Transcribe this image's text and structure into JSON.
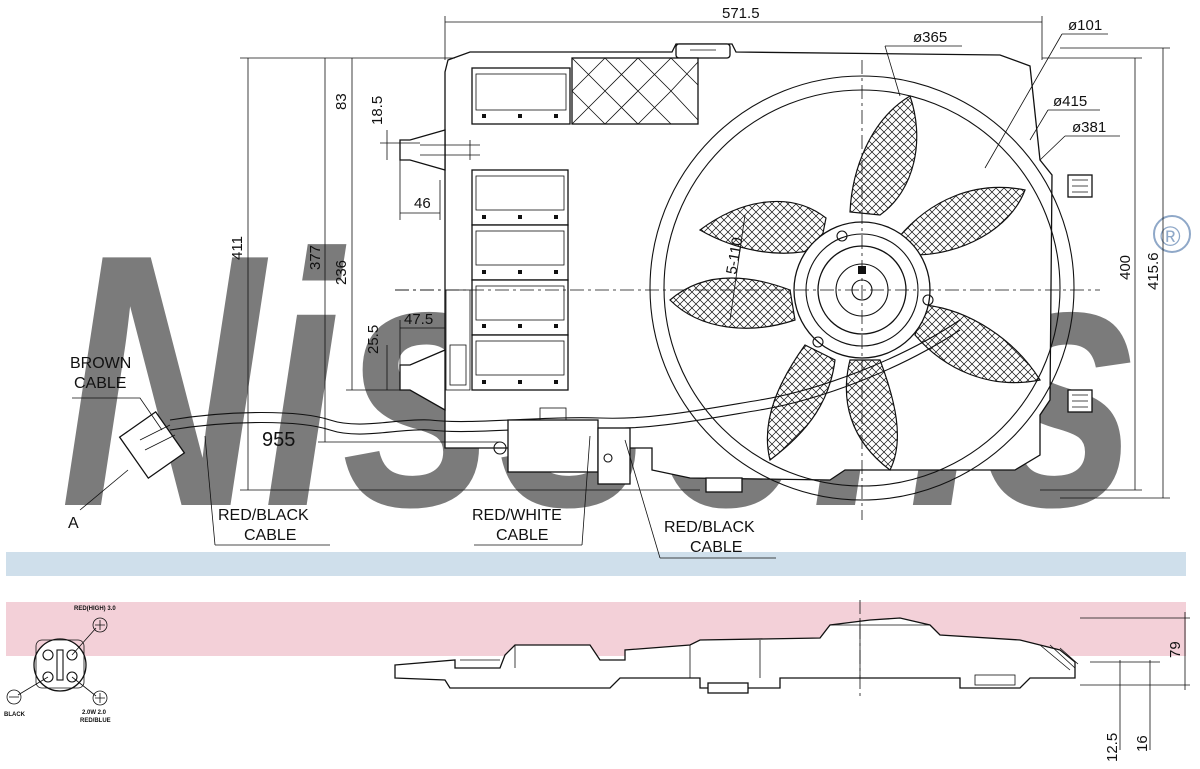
{
  "brand": {
    "watermark": "Nissens",
    "registered_mark": "®",
    "watermark_color": "#7f9fc4"
  },
  "band_colors": {
    "blue": "#cfdfeb",
    "pink": "#f3d0d8"
  },
  "dimensions": {
    "overall_width": "571.5",
    "fan_blade_dia": "ø365",
    "hub_dia": "ø101",
    "ring_outer_dia": "ø415",
    "ring_inner_dia": "ø381",
    "height_411": "411",
    "height_377": "377",
    "height_236": "236",
    "dim_83": "83",
    "dim_18_5": "18.5",
    "dim_46": "46",
    "dim_25_5": "25.5",
    "dim_47_5": "47.5",
    "cable_length": "955",
    "height_400": "400",
    "height_415_6": "415.6",
    "mount_holes": "5-110",
    "depth_79": "79",
    "dim_12_5": "12.5",
    "dim_16": "16"
  },
  "labels": {
    "brown_cable_1": "BROWN",
    "brown_cable_2": "CABLE",
    "red_black_left_1": "RED/BLACK",
    "red_black_left_2": "CABLE",
    "red_white_1": "RED/WHITE",
    "red_white_2": "CABLE",
    "red_black_right_1": "RED/BLACK",
    "red_black_right_2": "CABLE",
    "view_a": "A"
  },
  "connector": {
    "top_label": "RED(HIGH) 3.0",
    "plus_symbol": "⊕",
    "minus_symbol": "⊖",
    "black_label": "BLACK",
    "bottom_label_1": "2.0W  2.0",
    "bottom_label_2": "RED/BLUE"
  }
}
